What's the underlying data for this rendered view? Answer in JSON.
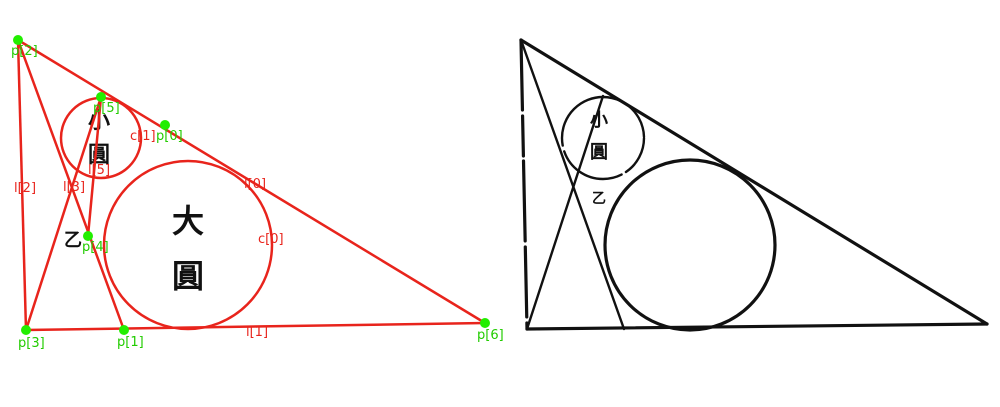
{
  "annotated_diagram": {
    "points": {
      "p0": "p[0]",
      "p1": "p[1]",
      "p2": "p[2]",
      "p3": "p[3]",
      "p4": "p[4]",
      "p5": "p[5]",
      "p6": "p[6]"
    },
    "lines": {
      "l0": "l[0]",
      "l1": "l[1]",
      "l2": "l[2]",
      "l3": "l[3]",
      "l5": "l[5]"
    },
    "circles": {
      "c0": "c[0]",
      "c1": "c[1]"
    },
    "text": {
      "small_circle": "小圓",
      "large_circle_top": "大",
      "large_circle_bottom": "圓",
      "mark": "乙"
    },
    "colors": {
      "geometry": "#e8241c",
      "point_marker": "#22ee00",
      "point_label": "#22cc00"
    }
  },
  "original_diagram": {
    "text": {
      "small_circle": "小圓",
      "mark": "乙"
    }
  }
}
